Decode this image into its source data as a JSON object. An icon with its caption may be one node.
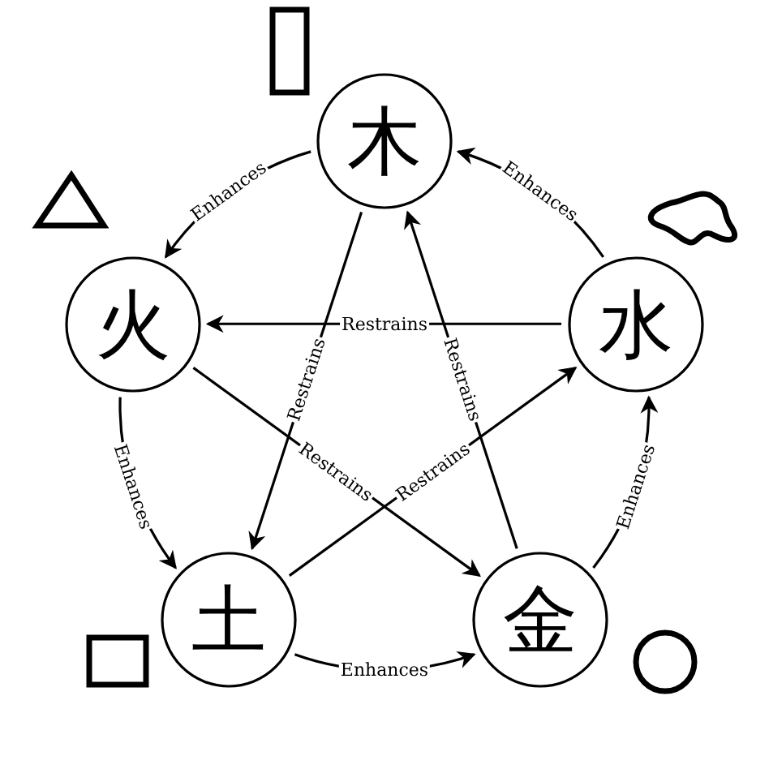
{
  "diagram": {
    "nodes": [
      {
        "text": [
          "木"
        ]
      },
      {
        "text": [
          "火"
        ]
      },
      {
        "text": [
          "水"
        ]
      },
      {
        "text": [
          "土"
        ]
      },
      {
        "text": [
          "金"
        ]
      }
    ],
    "edges": [
      {
        "from": 0,
        "to": 1,
        "arrow": "to",
        "label": "Enhances"
      },
      {
        "from": 1,
        "to": 3,
        "arrow": "to",
        "label": "Enhances"
      },
      {
        "from": 3,
        "to": 4,
        "arrow": "to",
        "label": "Enhances"
      },
      {
        "from": 4,
        "to": 2,
        "arrow": "to",
        "label": "Enhances"
      },
      {
        "from": 2,
        "to": 0,
        "arrow": "to",
        "label": "Enhances"
      },
      {
        "from": 2,
        "to": 1,
        "arrow": "to",
        "label": "Restrains"
      },
      {
        "from": 0,
        "to": 3,
        "arrow": "to",
        "label": "Restrains"
      },
      {
        "from": 4,
        "to": 0,
        "arrow": "to",
        "label": "Restrains"
      },
      {
        "from": 1,
        "to": 4,
        "arrow": "to",
        "label": "Restrains"
      },
      {
        "from": 3,
        "to": 2,
        "arrow": "to",
        "label": "Restrains"
      }
    ]
  }
}
